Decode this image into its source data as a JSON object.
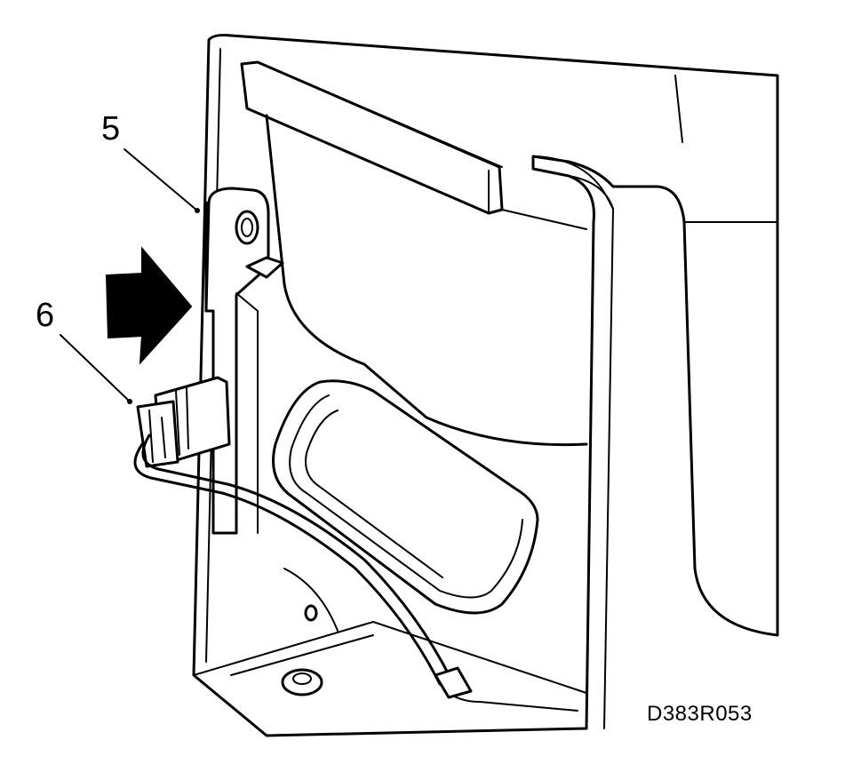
{
  "callouts": {
    "item_5": "5",
    "item_6": "6"
  },
  "figure_code": "D383R053"
}
